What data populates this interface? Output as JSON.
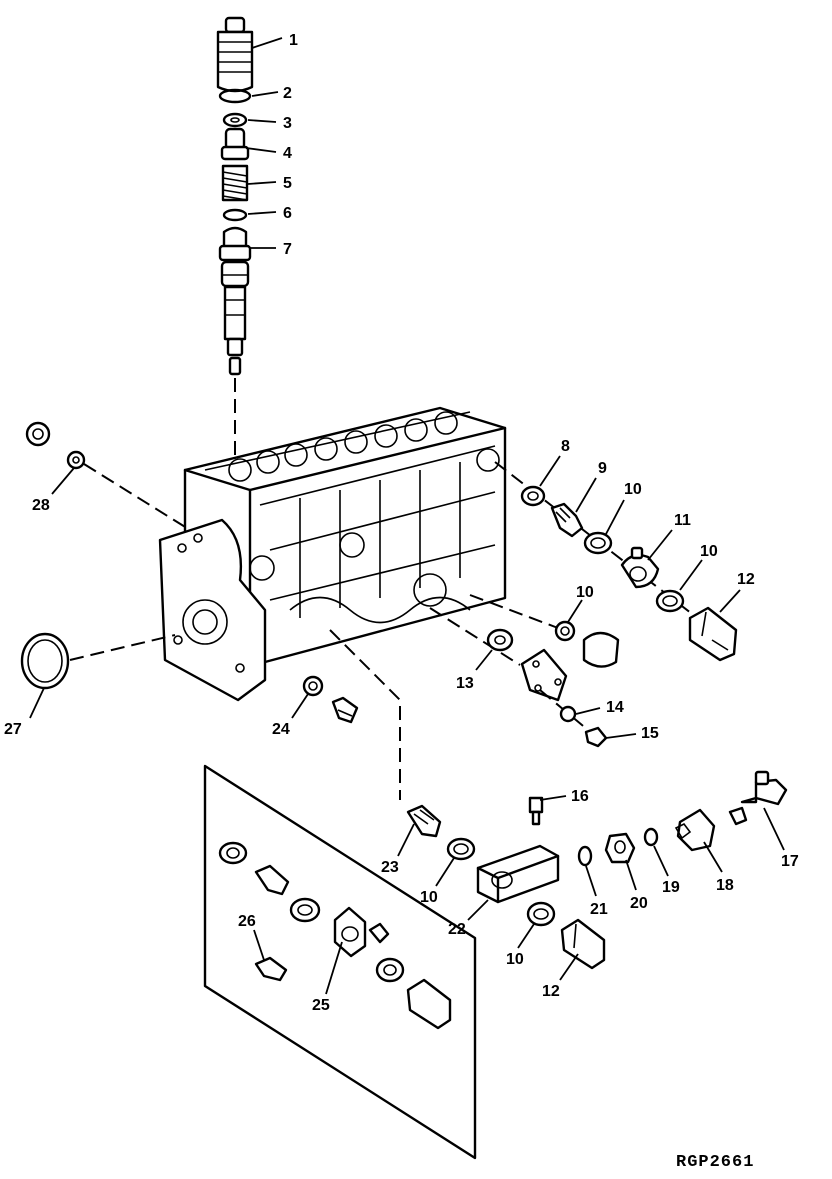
{
  "figure_code": "RGP2661",
  "callouts": {
    "c1": "1",
    "c2": "2",
    "c3": "3",
    "c4": "4",
    "c5": "5",
    "c6": "6",
    "c7": "7",
    "c8": "8",
    "c9": "9",
    "c10a": "10",
    "c10b": "10",
    "c10c": "10",
    "c10d": "10",
    "c10e": "10",
    "c11": "11",
    "c12a": "12",
    "c12b": "12",
    "c13": "13",
    "c14": "14",
    "c15": "15",
    "c16": "16",
    "c17": "17",
    "c18": "18",
    "c19": "19",
    "c20": "20",
    "c21": "21",
    "c22": "22",
    "c23": "23",
    "c24": "24",
    "c25": "25",
    "c26": "26",
    "c27": "27",
    "c28": "28"
  }
}
